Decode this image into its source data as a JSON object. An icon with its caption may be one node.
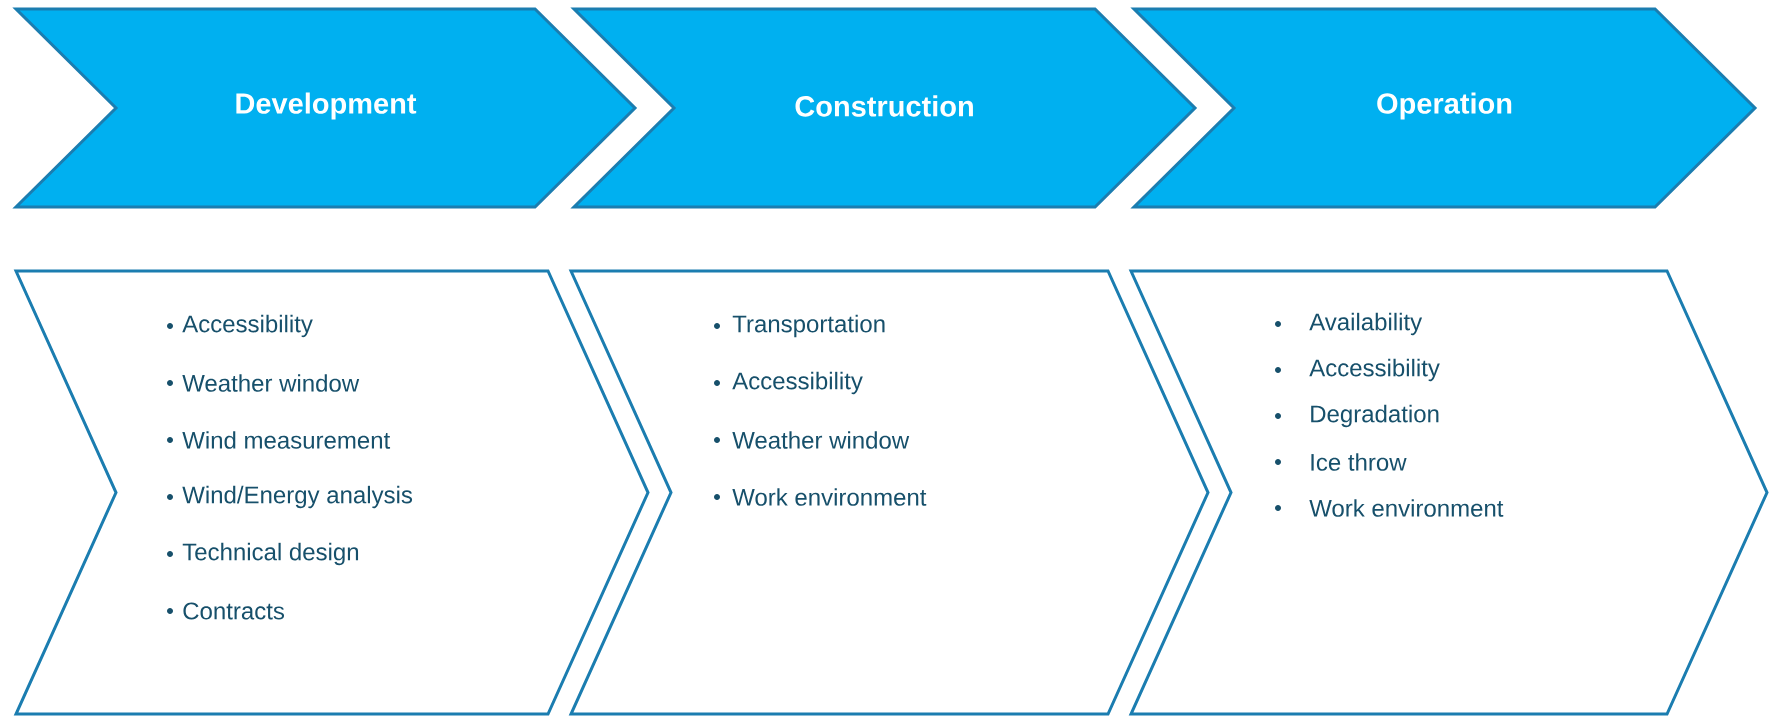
{
  "diagram": {
    "nodes": [
      {
        "text": [
          "Development"
        ]
      },
      {
        "text": [
          "Construction"
        ]
      },
      {
        "text": [
          "Operation"
        ]
      },
      {
        "text": [
          "Accessibility",
          "Weather window",
          "Wind measurement",
          "Wind/Energy analysis",
          "Technical design",
          "Contracts"
        ]
      },
      {
        "text": [
          "Transportation",
          "Accessibility",
          "Weather window",
          "Work environment"
        ]
      },
      {
        "text": [
          "Availability",
          "Accessibility",
          "Degradation",
          "Ice throw",
          "Work environment"
        ]
      }
    ]
  }
}
